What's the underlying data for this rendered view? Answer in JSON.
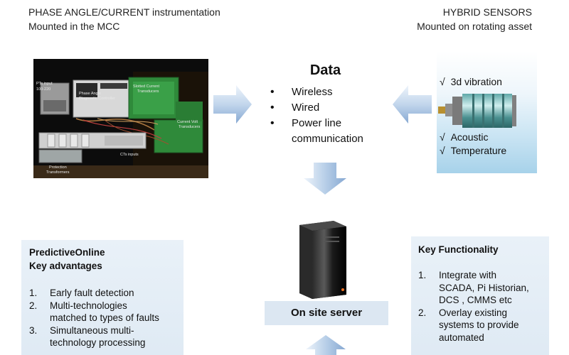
{
  "header": {
    "left_line1": "PHASE ANGLE/CURRENT instrumentation",
    "left_line2": "Mounted in the MCC",
    "right_line1": "HYBRID SENSORS",
    "right_line2": "Mounted on rotating asset"
  },
  "photo": {
    "labels": {
      "pts_input": "PTs input",
      "voltage": "100-220",
      "phase_angle": "Phase Angle",
      "controller": "Diagnostic Controller",
      "slotted_ct": "Slotted Current",
      "transducers": "Transducers",
      "cts_inputs": "CTs inputs",
      "protection": "Protection",
      "transformers": "Transformers",
      "current_volt": "Current Volt",
      "transducer": "Transducers"
    }
  },
  "data_box": {
    "title": "Data",
    "bullets": [
      "Wireless",
      "Wired",
      "Power line",
      "communication"
    ]
  },
  "sensors": {
    "check": "√",
    "items": [
      "3d vibration",
      "Acoustic",
      "Temperature"
    ]
  },
  "left_panel": {
    "title_line1": "PredictiveOnline",
    "title_line2": "Key advantages",
    "items": [
      {
        "num": "1.",
        "lines": [
          "Early fault detection"
        ]
      },
      {
        "num": "2.",
        "lines": [
          "Multi-technologies",
          "matched to  types of faults"
        ]
      },
      {
        "num": "3.",
        "lines": [
          "Simultaneous multi-",
          "technology processing"
        ]
      }
    ]
  },
  "server": {
    "label": "On site server"
  },
  "right_panel": {
    "title": "Key Functionality",
    "items": [
      {
        "num": "1.",
        "lines": [
          "Integrate with",
          "SCADA, Pi Historian,",
          "DCS , CMMS etc"
        ]
      },
      {
        "num": "2.",
        "lines": [
          "Overlay existing",
          "systems to provide",
          "automated"
        ]
      }
    ]
  },
  "colors": {
    "arrow_light": "#dce9f6",
    "arrow_dark": "#8fb0d6",
    "panel_bg": "#e4eef7",
    "server_label_bg": "#dce7f2",
    "server_led": "#f07020"
  }
}
